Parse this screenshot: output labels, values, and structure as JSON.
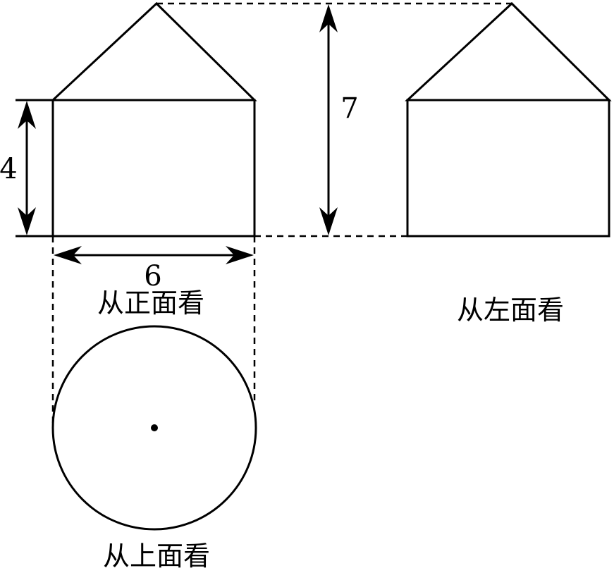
{
  "dimensions": {
    "height_cylinder": "4",
    "total_height": "7",
    "diameter": "6"
  },
  "views": {
    "front": "从正面看",
    "left": "从左面看",
    "top": "从上面看"
  }
}
